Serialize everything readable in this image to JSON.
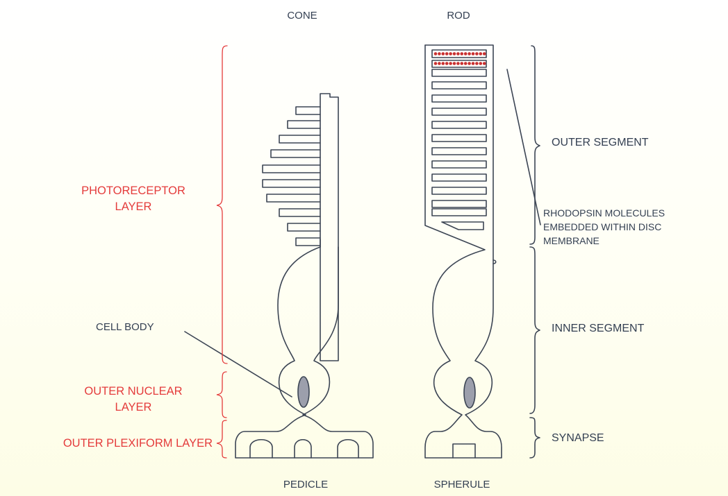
{
  "cells": {
    "cone": {
      "top_label": "CONE",
      "bottom_label": "PEDICLE"
    },
    "rod": {
      "top_label": "ROD",
      "bottom_label": "SPHERULE"
    }
  },
  "left_labels": {
    "photoreceptor_layer": [
      "PHOTORECEPTOR",
      "LAYER"
    ],
    "cell_body": "CELL BODY",
    "outer_nuclear_layer": [
      "OUTER NUCLEAR",
      "LAYER"
    ],
    "outer_plexiform_layer": "OUTER PLEXIFORM LAYER"
  },
  "right_labels": {
    "outer_segment": "OUTER SEGMENT",
    "rhodopsin": [
      "RHODOPSIN MOLECULES",
      "EMBEDDED WITHIN DISC",
      "MEMBRANE"
    ],
    "inner_segment": "INNER SEGMENT",
    "synapse": "SYNAPSE"
  },
  "colors": {
    "outline": "#3c4554",
    "layer_label": "#e43b3b",
    "text": "#333f52",
    "nucleus_fill": "#9c9fac",
    "rhodopsin_dot": "#c93030"
  }
}
